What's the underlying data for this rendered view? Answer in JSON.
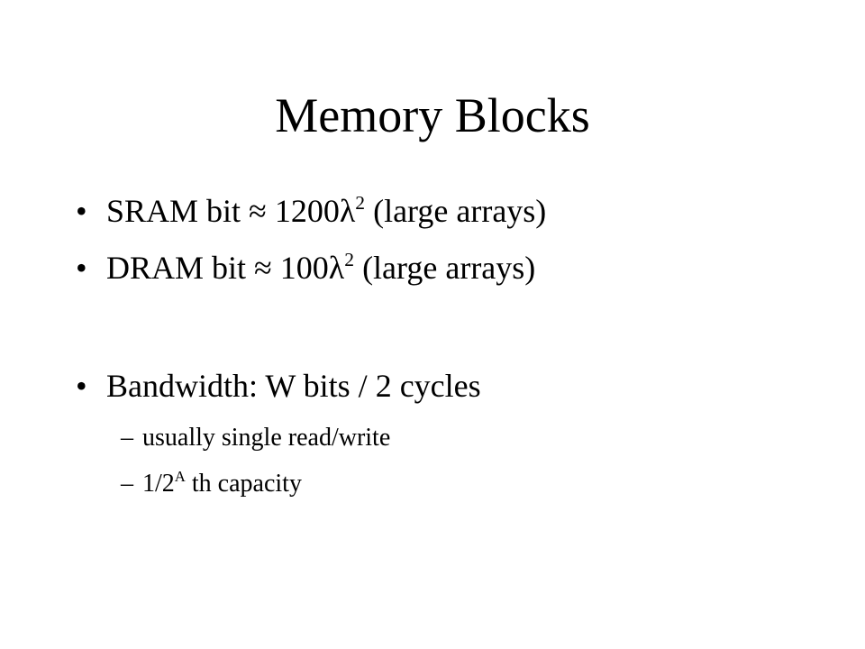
{
  "slide": {
    "title": "Memory Blocks",
    "bullet_symbol": "•",
    "dash_symbol": "–",
    "items": [
      {
        "prefix": "SRAM bit ",
        "approx": "≈",
        "value": " 1200λ",
        "exponent": "2",
        "suffix": " (large arrays)"
      },
      {
        "prefix": "DRAM bit ",
        "approx": "≈",
        "value": " 100λ",
        "exponent": "2",
        "suffix": " (large arrays)"
      },
      {
        "text": "Bandwidth: W bits / 2 cycles"
      }
    ],
    "sub_items": [
      {
        "text": "usually single read/write"
      },
      {
        "prefix": "1/2",
        "exponent": "A",
        "suffix": " th capacity"
      }
    ]
  }
}
